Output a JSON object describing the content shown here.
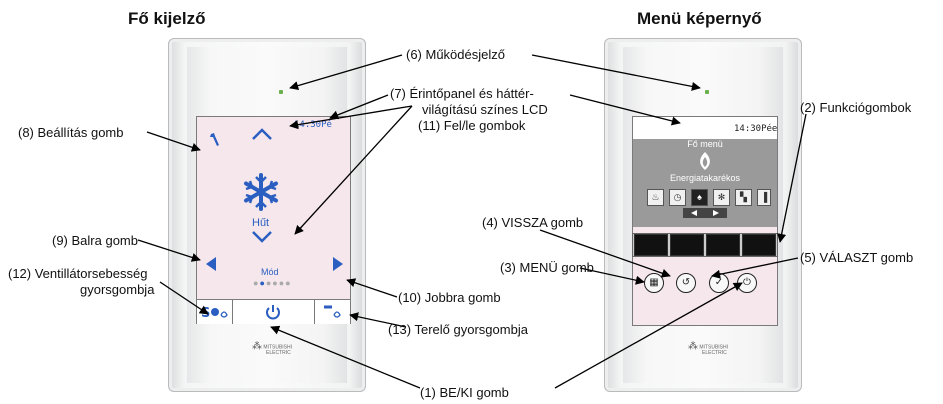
{
  "titles": {
    "main": "Fő kijelző",
    "menu": "Menü képernyő"
  },
  "left_screen": {
    "time": "14:30Pé",
    "mode_name": "Hűt",
    "mode_label": "Mód"
  },
  "right_screen": {
    "time": "14:30Pée",
    "menu_title": "Fő menü",
    "menu_item": "Energiatakarékos"
  },
  "brand": {
    "line1": "MITSUBISHI",
    "line2": "ELECTRIC"
  },
  "labels": {
    "l6": "(6) Működésjelző",
    "l7a": "(7) Érintőpanel és háttér-",
    "l7b": "világítású színes LCD",
    "l8": "(8) Beállítás gomb",
    "l11": "(11) Fel/le gombok",
    "l2": "(2) Funkciógombok",
    "l4": "(4) VISSZA gomb",
    "l5": "(5) VÁLASZT gomb",
    "l9": "(9) Balra gomb",
    "l3": "(3) MENÜ gomb",
    "l12a": "(12) Ventillátorsebesség",
    "l12b": "gyorsgombja",
    "l10": "(10) Jobbra gomb",
    "l13": "(13) Terelő gyorsgombja",
    "l1": "(1) BE/KI gomb"
  },
  "colors": {
    "accent": "#2a5fc1",
    "screen_bg": "#f5e7ec",
    "led": "#6ab04c"
  }
}
